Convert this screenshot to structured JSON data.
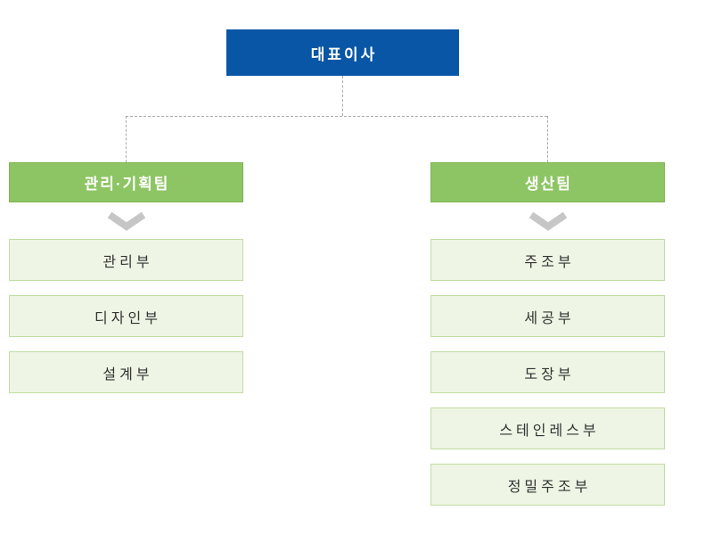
{
  "org_chart": {
    "root": {
      "label": "대표이사"
    },
    "teams": [
      {
        "label": "관리·기획팀",
        "departments": [
          {
            "label": "관리부"
          },
          {
            "label": "디자인부"
          },
          {
            "label": "설계부"
          }
        ]
      },
      {
        "label": "생산팀",
        "departments": [
          {
            "label": "주조부"
          },
          {
            "label": "세공부"
          },
          {
            "label": "도장부"
          },
          {
            "label": "스테인레스부"
          },
          {
            "label": "정밀주조부"
          }
        ]
      }
    ],
    "colors": {
      "root_box_bg": "#0856a5",
      "team_box_bg": "#8ec564",
      "team_box_border": "#7db450",
      "dept_box_bg": "#eef5e4",
      "dept_box_border": "#c2dca2",
      "connector": "#aaaaaa",
      "chevron": "#c6c6c6",
      "header_text": "#ffffff",
      "dept_text": "#333333"
    }
  }
}
